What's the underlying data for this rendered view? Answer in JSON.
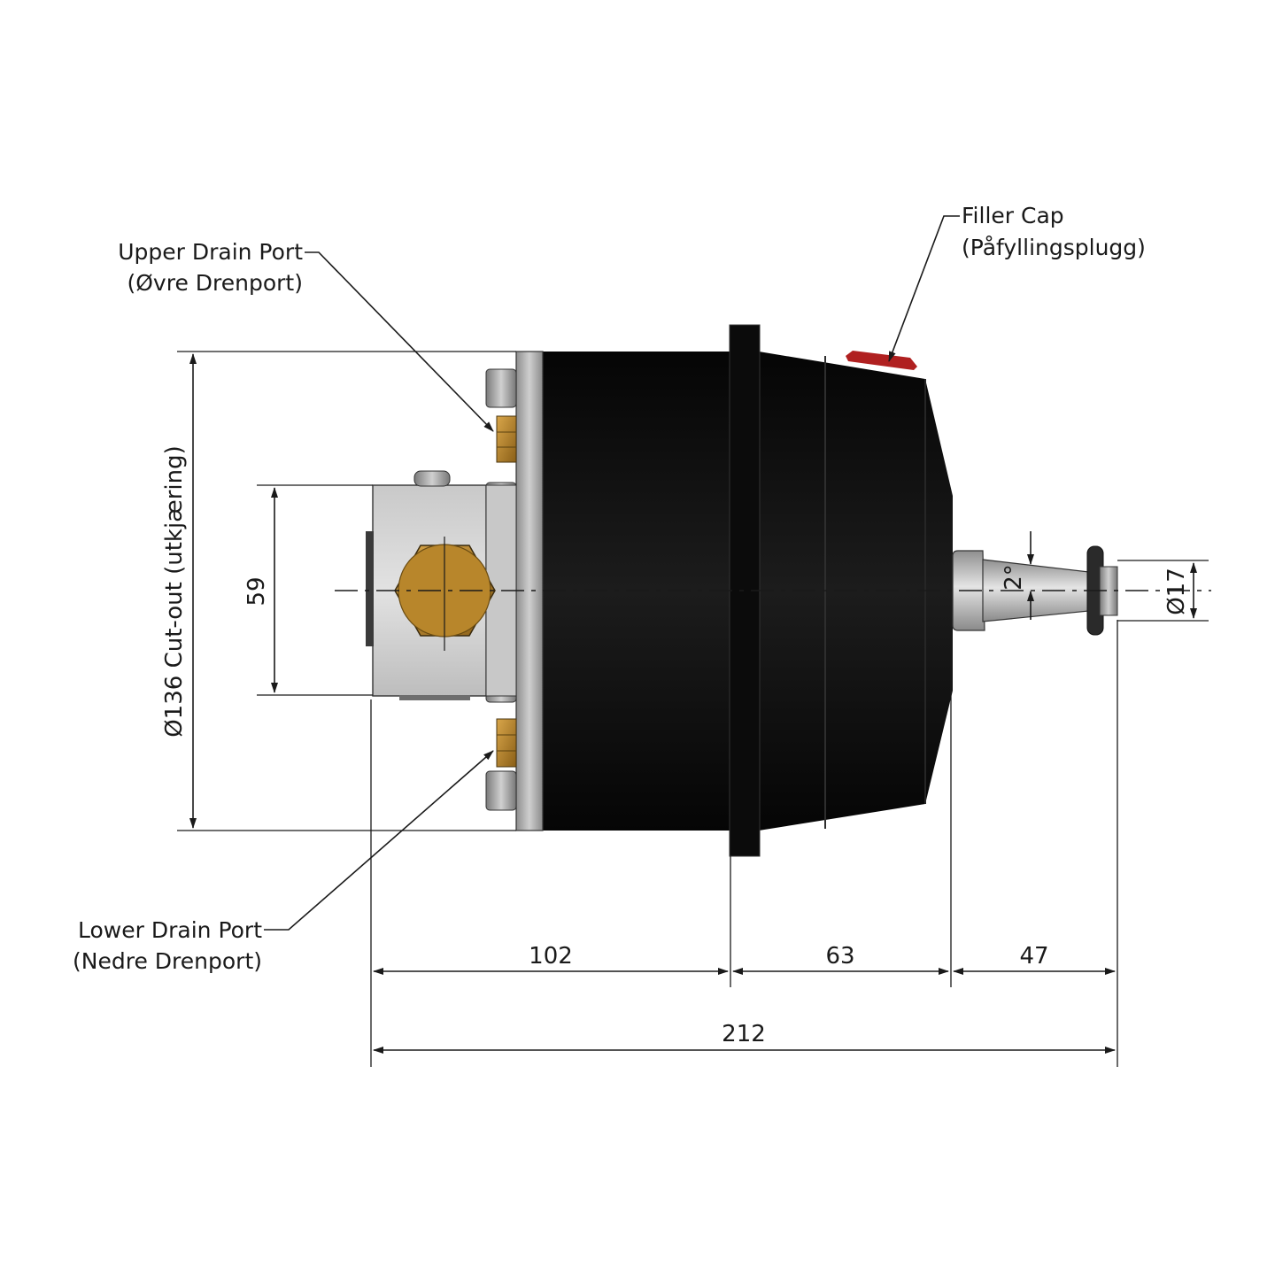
{
  "labels": {
    "upper_drain": {
      "line1": "Upper Drain Port",
      "line2": "(Øvre Drenport)"
    },
    "lower_drain": {
      "line1": "Lower Drain Port",
      "line2": "(Nedre Drenport)"
    },
    "filler_cap": {
      "line1": "Filler Cap",
      "line2": "(Påfyllingsplugg)"
    }
  },
  "dimensions": {
    "cutout": "Ø136 Cut-out (utkjæring)",
    "block_height": "59",
    "taper_angle": "2°",
    "shaft_diameter": "Ø17",
    "front_section": "102",
    "mid_section": "63",
    "shaft_length": "47",
    "overall_length": "212"
  },
  "colors": {
    "body": "#0d0d0d",
    "plate": "#b4b4b4",
    "block": "#d6d6d6",
    "brass": "#b8862b",
    "shaft": "#c4c4c4",
    "filler_cap": "#b02020"
  }
}
